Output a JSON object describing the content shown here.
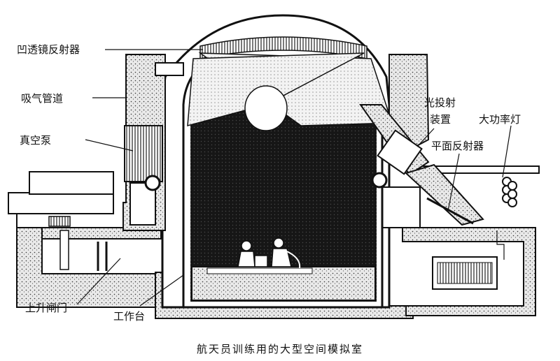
{
  "caption": "航天员训练用的大型空间模拟室",
  "labels": {
    "concave_mirror": "凹透镜反射器",
    "intake_duct": "吸气管道",
    "vacuum_pump": "真空泵",
    "lift_gate": "上升闸门",
    "workbench": "工作台",
    "light_projector_line1": "光投射",
    "light_projector_line2": "装置",
    "high_power_lamp": "大功率灯",
    "plane_mirror": "平面反射器"
  },
  "colors": {
    "ink": "#111111",
    "paper": "#ffffff",
    "chamber_interior": "#1b1b1b"
  }
}
